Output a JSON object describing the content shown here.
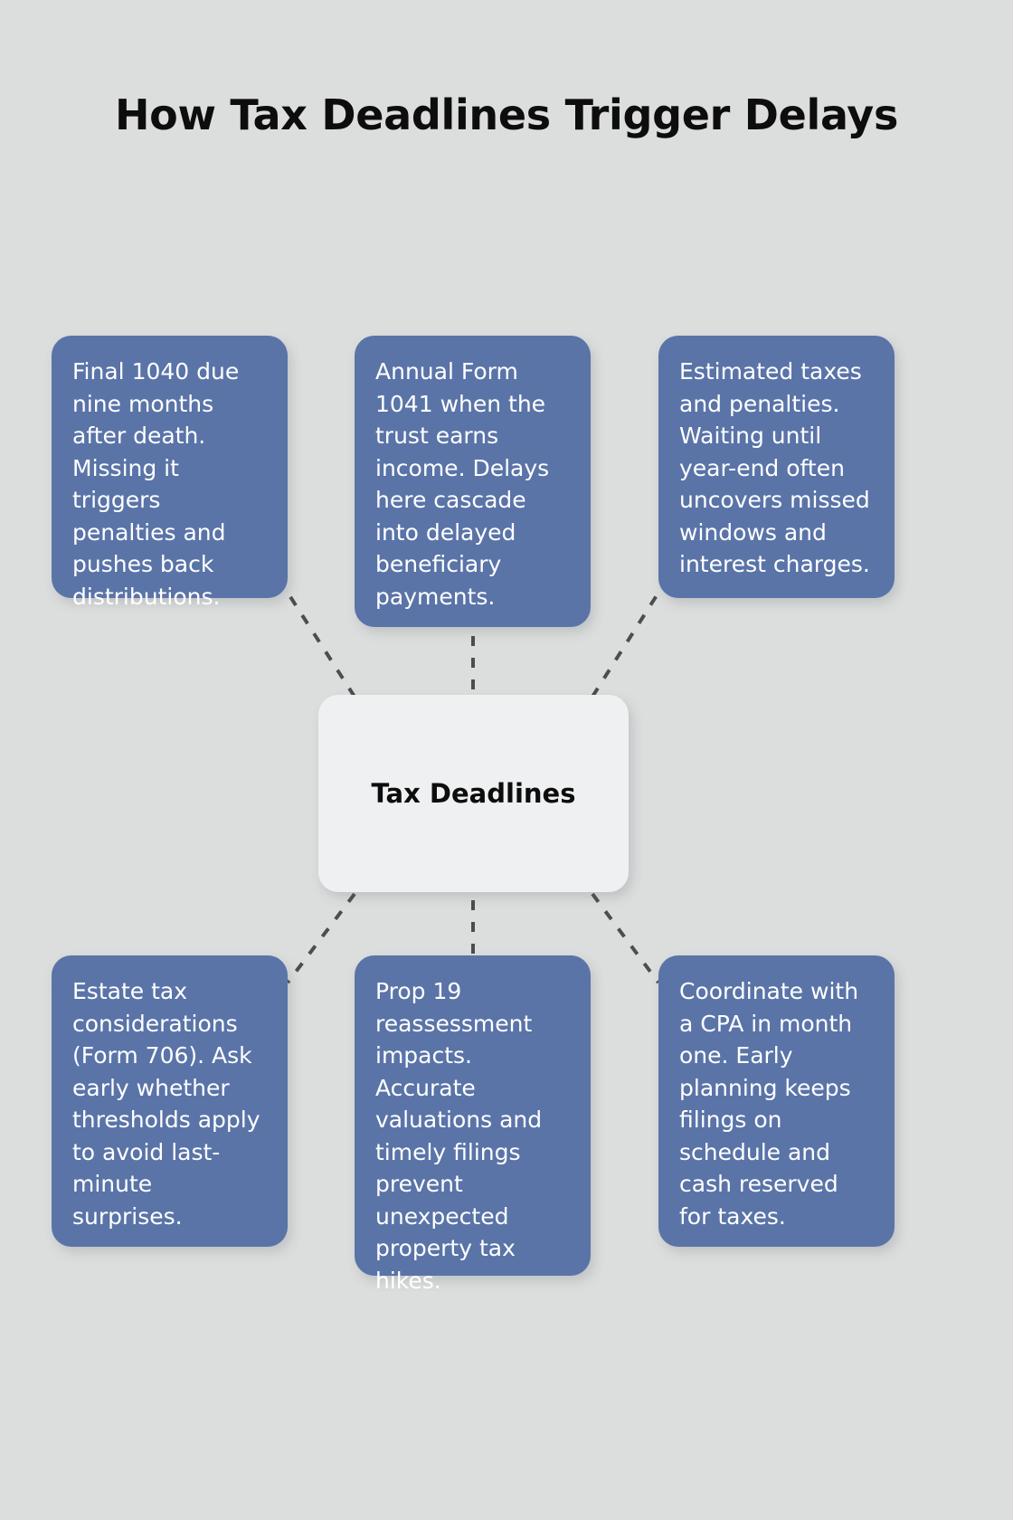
{
  "page": {
    "title": "How Tax Deadlines Trigger Delays",
    "background_color": "#dcdedd"
  },
  "diagram": {
    "type": "hub-and-spoke",
    "hub": {
      "label": "Tax Deadlines",
      "background_color": "#eff0f1",
      "text_color": "#0d0d0d"
    },
    "leaf_style": {
      "background_color": "#5a74a8",
      "text_color": "#ffffff"
    },
    "connector_style": {
      "color": "#4d4d4d",
      "pattern": "dashed"
    },
    "nodes": [
      {
        "id": "final-1040",
        "position": "top-left",
        "text": "Final 1040 due nine months after death. Missing it triggers penalties and pushes back distributions."
      },
      {
        "id": "form-1041",
        "position": "top-center",
        "text": "Annual Form 1041 when the trust earns income. Delays here cascade into delayed beneficiary payments."
      },
      {
        "id": "estimated-taxes",
        "position": "top-right",
        "text": "Estimated taxes and penalties. Waiting until year-end often uncovers missed windows and interest charges."
      },
      {
        "id": "estate-tax-706",
        "position": "bottom-left",
        "text": "Estate tax considerations (Form 706). Ask early whether thresholds apply to avoid last-minute surprises."
      },
      {
        "id": "prop-19",
        "position": "bottom-center",
        "text": "Prop 19 reassessment impacts. Accurate valuations and timely filings prevent unexpected property tax hikes."
      },
      {
        "id": "coordinate-cpa",
        "position": "bottom-right",
        "text": "Coordinate with a CPA in month one. Early planning keeps filings on schedule and cash reserved for taxes."
      }
    ]
  }
}
